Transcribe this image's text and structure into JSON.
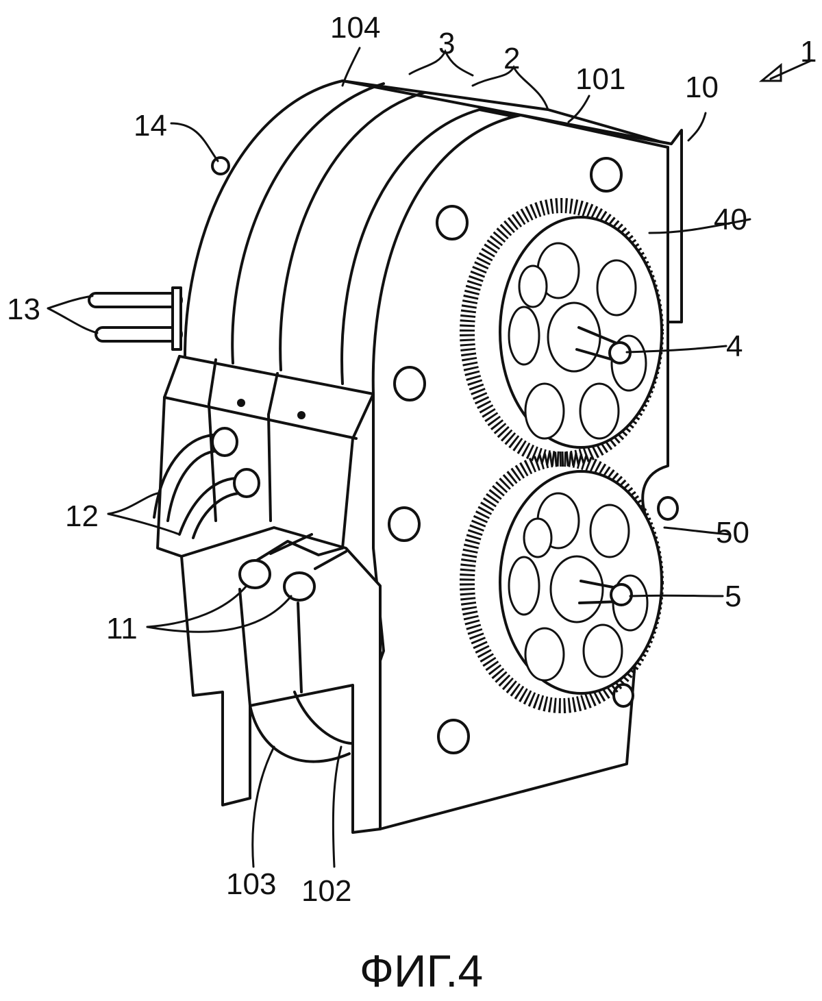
{
  "figure": {
    "caption": "ФИГ.4",
    "labels": {
      "l1": "1",
      "l10": "10",
      "l101": "101",
      "l104": "104",
      "l3": "3",
      "l2": "2",
      "l14": "14",
      "l13": "13",
      "l40": "40",
      "l4": "4",
      "l12": "12",
      "l50": "50",
      "l5": "5",
      "l11": "11",
      "l103": "103",
      "l102": "102"
    }
  }
}
